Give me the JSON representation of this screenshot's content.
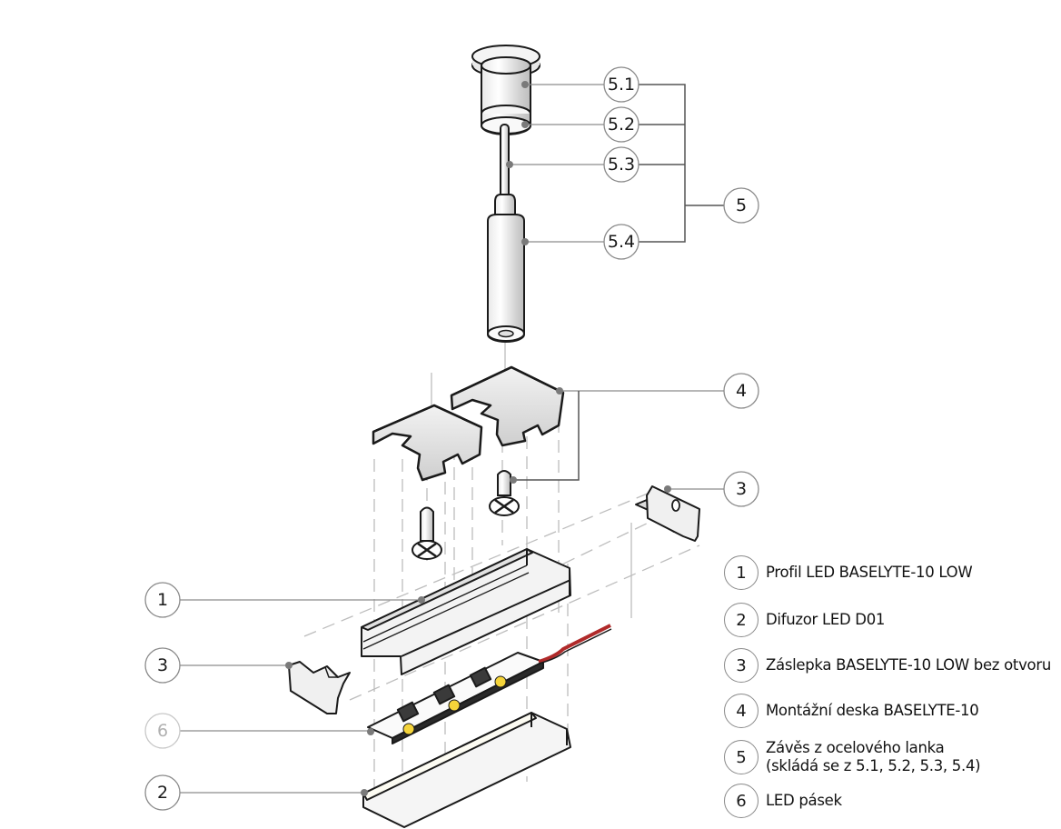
{
  "callouts": {
    "c5_1": "5.1",
    "c5_2": "5.2",
    "c5_3": "5.3",
    "c5_4": "5.4",
    "c5": "5",
    "c4": "4",
    "c3_right": "3",
    "c1": "1",
    "c3_left": "3",
    "c6": "6",
    "c2": "2"
  },
  "legend": {
    "items": [
      {
        "number": "1",
        "label": "Profil LED BASELYTE-10 LOW"
      },
      {
        "number": "2",
        "label": "Difuzor LED D01"
      },
      {
        "number": "3",
        "label": "Záslepka BASELYTE-10 LOW bez otvoru"
      },
      {
        "number": "4",
        "label": "Montážní deska BASELYTE-10"
      },
      {
        "number": "5",
        "label_line1": "Závěs z ocelového lanka",
        "label_line2": "(skládá se z 5.1, 5.2, 5.3, 5.4)"
      },
      {
        "number": "6",
        "label": "LED pásek"
      }
    ]
  },
  "colors": {
    "outline": "#1a1a1a",
    "leader_line": "#8c8c8c",
    "dashed_line": "#b8b8b8",
    "part_fill": "#e6e6e6",
    "led_yellow": "#f5d43a",
    "wire_red": "#b02a2a",
    "callout_faded": "#b0b0b0"
  }
}
